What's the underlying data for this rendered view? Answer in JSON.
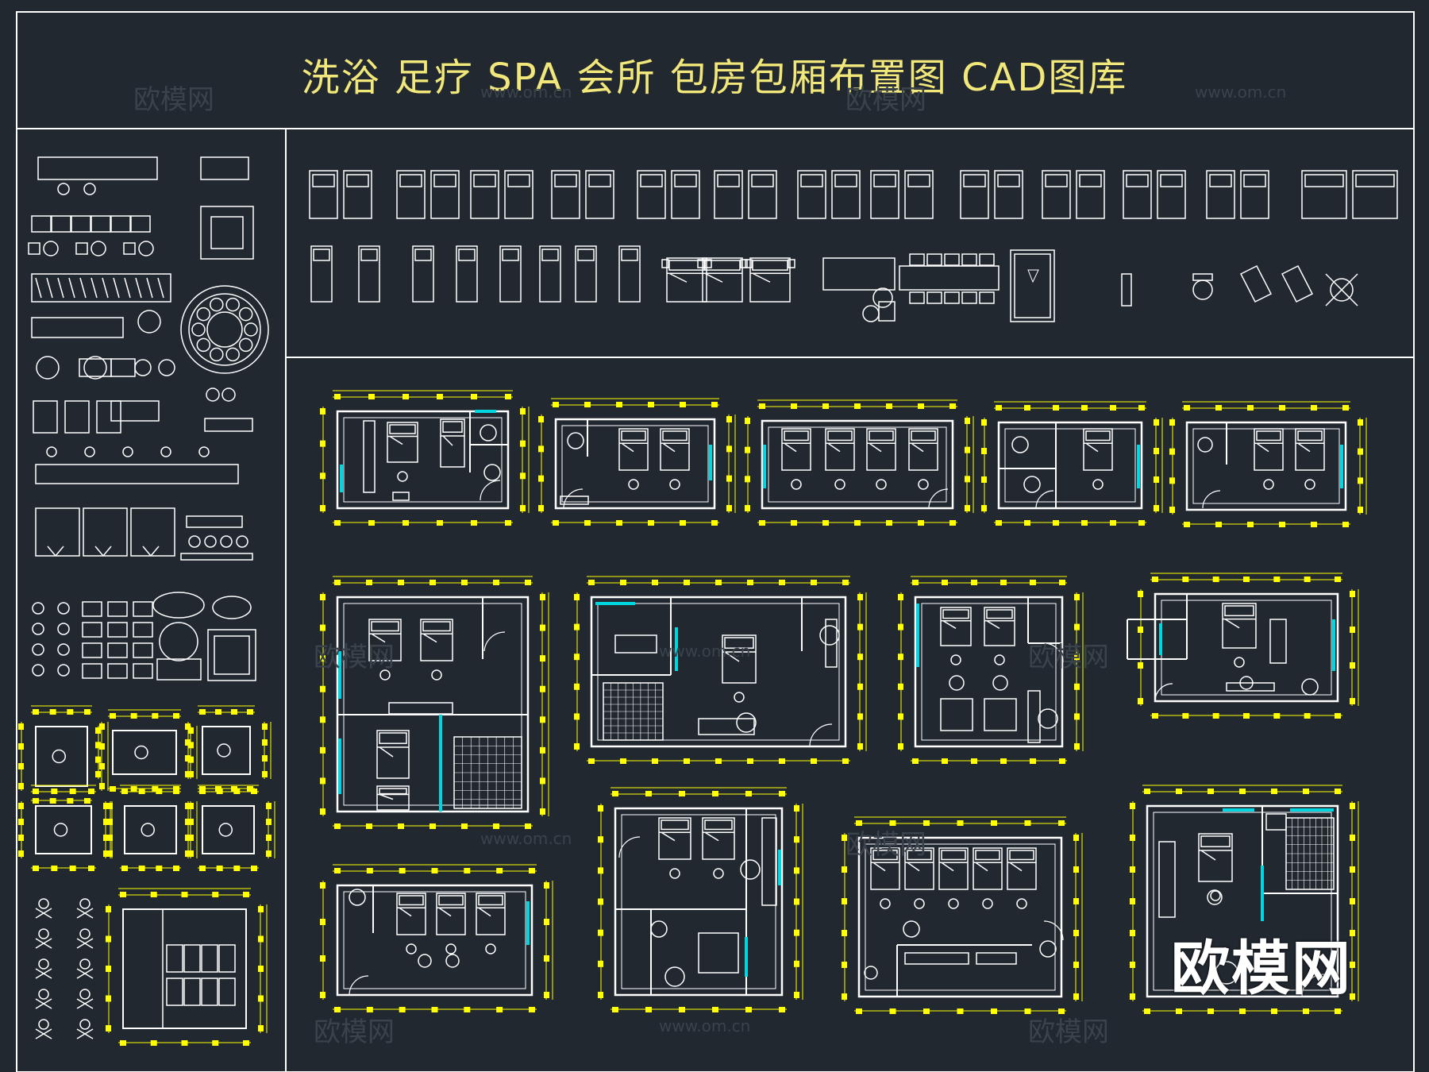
{
  "title": "洗浴 足疗 SPA 会所 包房包厢布置图  CAD图库",
  "watermark": {
    "brand": "欧模网",
    "url": "www.om.cn"
  },
  "colors": {
    "background": "#212830",
    "frame": "#ffffff",
    "dimension": "#ffff00",
    "glazing": "#00d6e0",
    "title": "#f1e77a"
  },
  "symbol_library": {
    "top_row": [
      "seat-pair",
      "seat-pair",
      "recliner-pair",
      "bed-pair",
      "bed-pair",
      "recliner-pair",
      "bed-pair",
      "recliner-pair",
      "recliner-pair",
      "bed-pair",
      "bed-pair",
      "bed-pair",
      "sofa-pair"
    ],
    "bottom_row": [
      "massage-table",
      "massage-table",
      "single-bed",
      "recliner",
      "recliner",
      "recliner",
      "single-bed",
      "single-bed",
      "table",
      "bed",
      "bed-set",
      "bed-set",
      "desk-set",
      "conference-set",
      "pool-table",
      "chair-set",
      "chair-set",
      "chair-set",
      "chair-set"
    ]
  },
  "plans": [
    "room-1",
    "room-2",
    "room-3",
    "room-4",
    "room-5",
    "room-6",
    "room-7",
    "room-8",
    "room-9",
    "room-10",
    "room-11",
    "room-12",
    "room-13"
  ]
}
